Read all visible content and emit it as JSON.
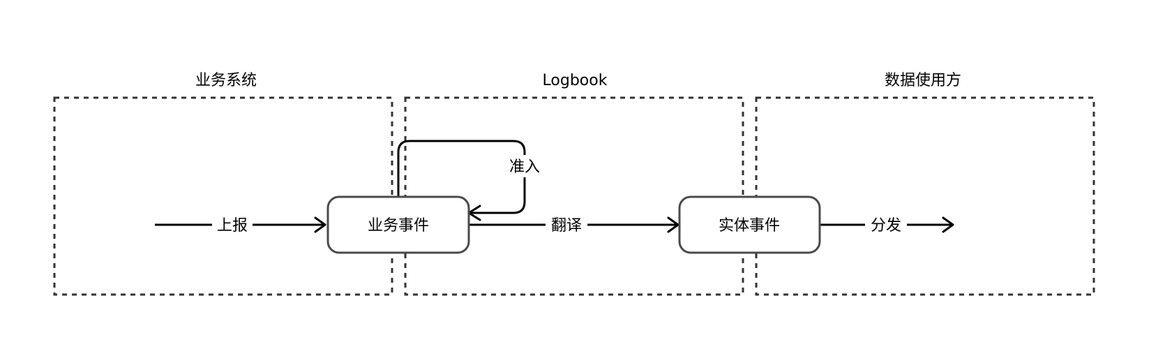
{
  "zones": {
    "business_system": {
      "title": "业务系统"
    },
    "logbook": {
      "title": "Logbook"
    },
    "data_consumers": {
      "title": "数据使用方"
    }
  },
  "nodes": {
    "business_event": {
      "label": "业务事件"
    },
    "entity_event": {
      "label": "实体事件"
    }
  },
  "edges": {
    "report": {
      "label": "上报"
    },
    "admit": {
      "label": "准入"
    },
    "translate": {
      "label": "翻译"
    },
    "distribute": {
      "label": "分发"
    }
  },
  "colors": {
    "line": "#000000",
    "zone_border": "#333333",
    "node_border": "#4a4a4a",
    "background": "#ffffff"
  }
}
